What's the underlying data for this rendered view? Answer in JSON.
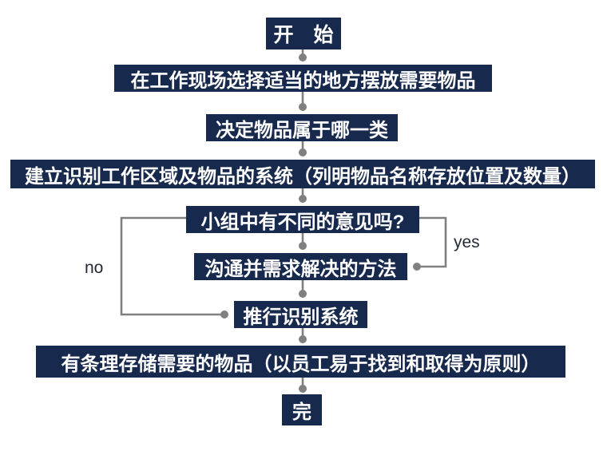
{
  "diagram": {
    "type": "flowchart",
    "colors": {
      "node_fill": "#18294E",
      "node_text": "#FFFFFF",
      "connector": "#808080",
      "edge_label_text": "#232936",
      "background": "#FFFFFF"
    },
    "nodes": [
      {
        "id": "start",
        "label": "开　始"
      },
      {
        "id": "step-place-items",
        "label": "在工作现场选择适当的地方摆放需要物品"
      },
      {
        "id": "step-decide-category",
        "label": "决定物品属于哪一类"
      },
      {
        "id": "step-build-system",
        "label": "建立识别工作区域及物品的系统（列明物品名称存放位置及数量）"
      },
      {
        "id": "decision-disagreement",
        "label": "小组中有不同的意见吗?"
      },
      {
        "id": "step-communicate-solve",
        "label": "沟通并需求解决的方法"
      },
      {
        "id": "step-implement-system",
        "label": "推行识别系统"
      },
      {
        "id": "step-organized-storage",
        "label": "有条理存储需要的物品（以员工易于找到和取得为原则）"
      },
      {
        "id": "end",
        "label": "完"
      }
    ],
    "edge_labels": {
      "no": "no",
      "yes": "yes"
    }
  }
}
